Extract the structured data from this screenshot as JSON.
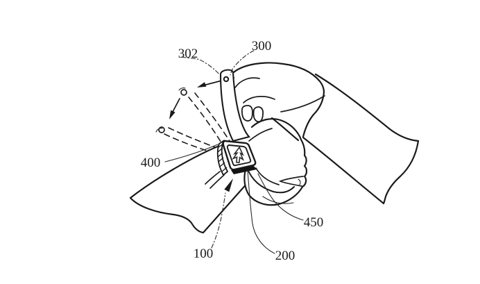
{
  "figure": {
    "kind": "patent-line-drawing",
    "background_color": "#ffffff",
    "line_color": "#1a1a1a",
    "scene": "hand pulling the strap of a wrist-worn device upward from a wrist, motion arc shown dashed",
    "labels": [
      {
        "ref": "302"
      },
      {
        "ref": "300"
      },
      {
        "ref": "400"
      },
      {
        "ref": "100"
      },
      {
        "ref": "200"
      },
      {
        "ref": "450"
      }
    ],
    "icons": {
      "display_icon": "up-arrow-icon"
    }
  }
}
